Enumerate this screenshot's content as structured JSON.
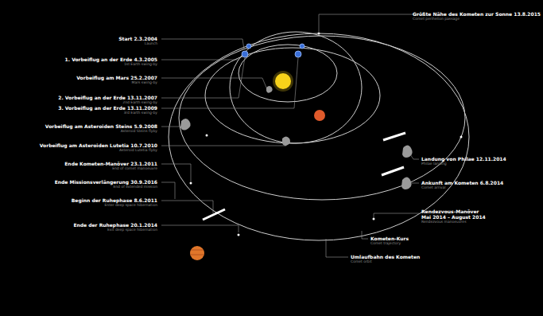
{
  "diagram": {
    "labels": [
      "Start 2.3.2004",
      "Launch",
      "1. Vorbeiflug an der Erde 4.3.2005",
      "1st Earth swing-by",
      "Vorbeiflug am Mars 25.2.2007",
      "Mars swing-by",
      "2. Vorbeiflug an der Erde 13.11.2007",
      "2nd Earth swing-by",
      "3. Vorbeiflug an der Erde 13.11.2009",
      "3rd Earth swing-by",
      "Vorbeiflug am Asteroiden Steins 5.9.2008",
      "Asteroid Steins flyby",
      "Vorbeiflug am Asteroiden Lutetia 10.7.2010",
      "Asteroid Lutetia flyby",
      "Ende Kometen-Manöver 23.1.2011",
      "End of comet manoeuvre",
      "Ende Missionsverlängerung 30.9.2016",
      "End of extended mission",
      "Beginn der Ruhephase 8.6.2011",
      "Enter deep space hibernation",
      "Ende der Ruhephase 20.1.2014",
      "Exit deep space hibernation",
      "Größte Nähe des Kometen zur Sonne 13.8.2015",
      "Comet perihelion passage",
      "Landung von Philae 12.11.2014",
      "Philae landing",
      "Ankunft am Kometen 6.8.2014",
      "Comet arrival",
      "Rendezvous-Manöver",
      "Mai 2014 – August 2014",
      "Rendezvous manoeuvres",
      "Kometen-Kurs",
      "Comet trajectory",
      "Umlaufbahn des Kometen",
      "Comet orbit"
    ]
  }
}
